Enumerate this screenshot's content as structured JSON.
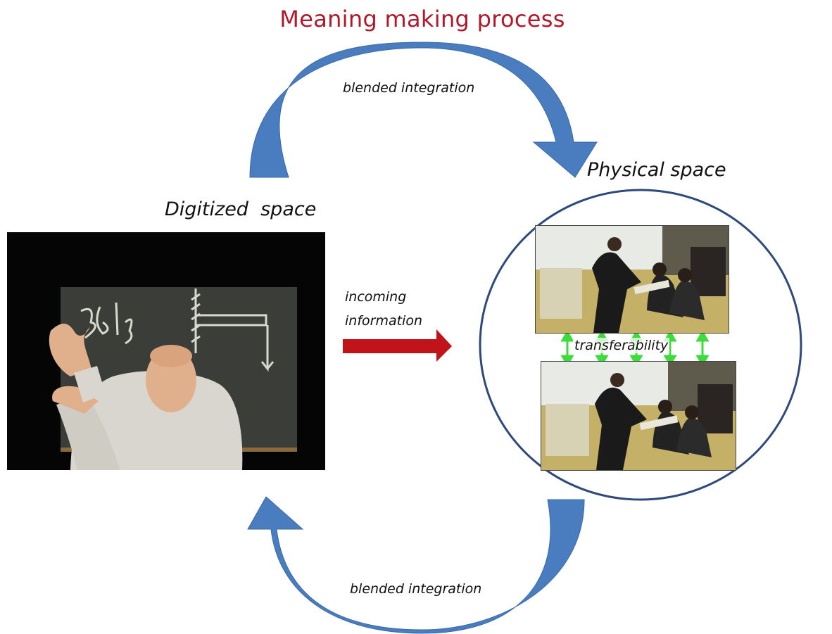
{
  "title": "Meaning making process",
  "labels": {
    "blended_top": "blended integration",
    "blended_bottom": "blended integration",
    "physical_space": "Physical space",
    "digitized_space": "Digitized  space",
    "incoming_line1": "incoming",
    "incoming_line2": "information",
    "transferability": "transferability"
  },
  "images": {
    "lecture": "lecture-video-frame",
    "classroom_top": "classroom-photo-1",
    "classroom_bottom": "classroom-photo-2"
  },
  "colors": {
    "title": "#b2182b",
    "curved_arrow": "#4a7dbf",
    "incoming_arrow": "#c0131a",
    "transfer_arrows": "#3ddc3d",
    "circle": "#2e4a7a"
  }
}
